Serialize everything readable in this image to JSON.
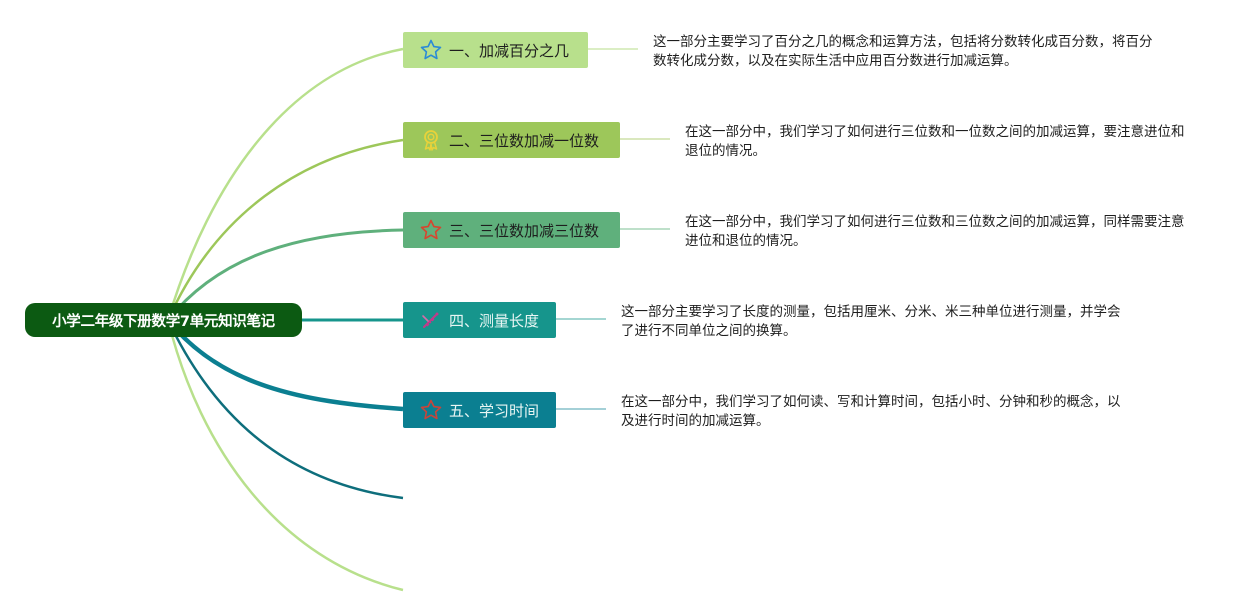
{
  "root": {
    "label": "小学二年级下册数学7单元知识笔记"
  },
  "topics": [
    {
      "label": "一、加减百分之几",
      "icon": "star-outline-icon",
      "color": "#b8e08c",
      "line_color": "#b8e08c",
      "note": "这一部分主要学习了百分之几的概念和运算方法，包括将分数转化成百分数，将百分数转化成分数，以及在实际生活中应用百分数进行加减运算。"
    },
    {
      "label": "二、三位数加减一位数",
      "icon": "award-ribbon-icon",
      "color": "#9dc75a",
      "line_color": "#9dc75a",
      "note": "在这一部分中，我们学习了如何进行三位数和一位数之间的加减运算，要注意进位和退位的情况。"
    },
    {
      "label": "三、三位数加减三位数",
      "icon": "star-outline-icon",
      "color": "#5fb07c",
      "line_color": "#5fb07c",
      "note": "在这一部分中，我们学习了如何进行三位数和三位数之间的加减运算，同样需要注意进位和退位的情况。"
    },
    {
      "label": "四、测量长度",
      "icon": "ruler-tools-icon",
      "color": "#16958c",
      "line_color": "#16958c",
      "note": "这一部分主要学习了长度的测量，包括用厘米、分米、米三种单位进行测量，并学会了进行不同单位之间的换算。"
    },
    {
      "label": "五、学习时间",
      "icon": "star-outline-icon",
      "color": "#0b7f91",
      "line_color": "#0b7f91",
      "note": "在这一部分中，我们学习了如何读、写和计算时间，包括小时、分钟和秒的概念，以及进行时间的加减运算。"
    }
  ],
  "empty_branch_colors": [
    "#0e6e7c",
    "#b8e08c"
  ],
  "colors": {
    "root_bg": "#0c5a12",
    "root_text": "#ffffff"
  }
}
